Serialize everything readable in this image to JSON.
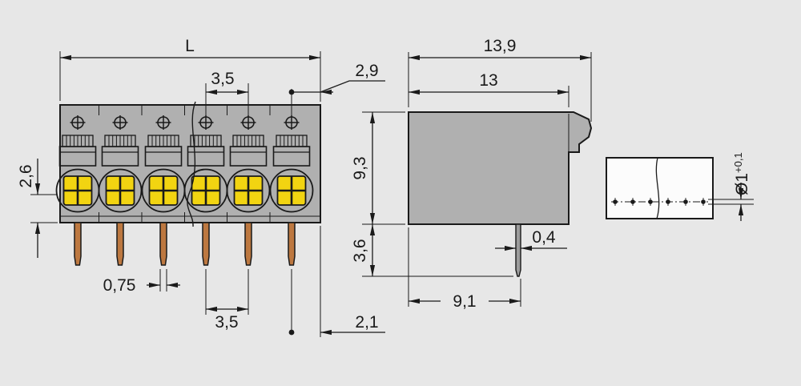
{
  "drawing": {
    "front_view": {
      "length_label": "L",
      "pitch_top": "3,5",
      "edge_offset_top": "2,9",
      "clamp_height": "2,6",
      "pin_width": "0,75",
      "pitch_bottom": "3,5",
      "edge_offset_bottom": "2,1",
      "pole_count": 6
    },
    "side_view": {
      "total_depth": "13,9",
      "body_depth": "13",
      "body_height": "9,3",
      "pin_length": "3,6",
      "pin_thickness": "0,4",
      "pin_position": "9,1"
    },
    "top_view": {
      "pin_diameter": "Ø1",
      "pin_diameter_tolerance": "+0,1"
    },
    "colors": {
      "background": "#e7e7e7",
      "housing": "#b0b0b0",
      "button_yellow": "#f2d411",
      "pin_copper": "#bd7840",
      "pin_steel": "#9c9c9c",
      "plate_white": "#fcfcfc",
      "line": "#1a1a1a"
    }
  }
}
